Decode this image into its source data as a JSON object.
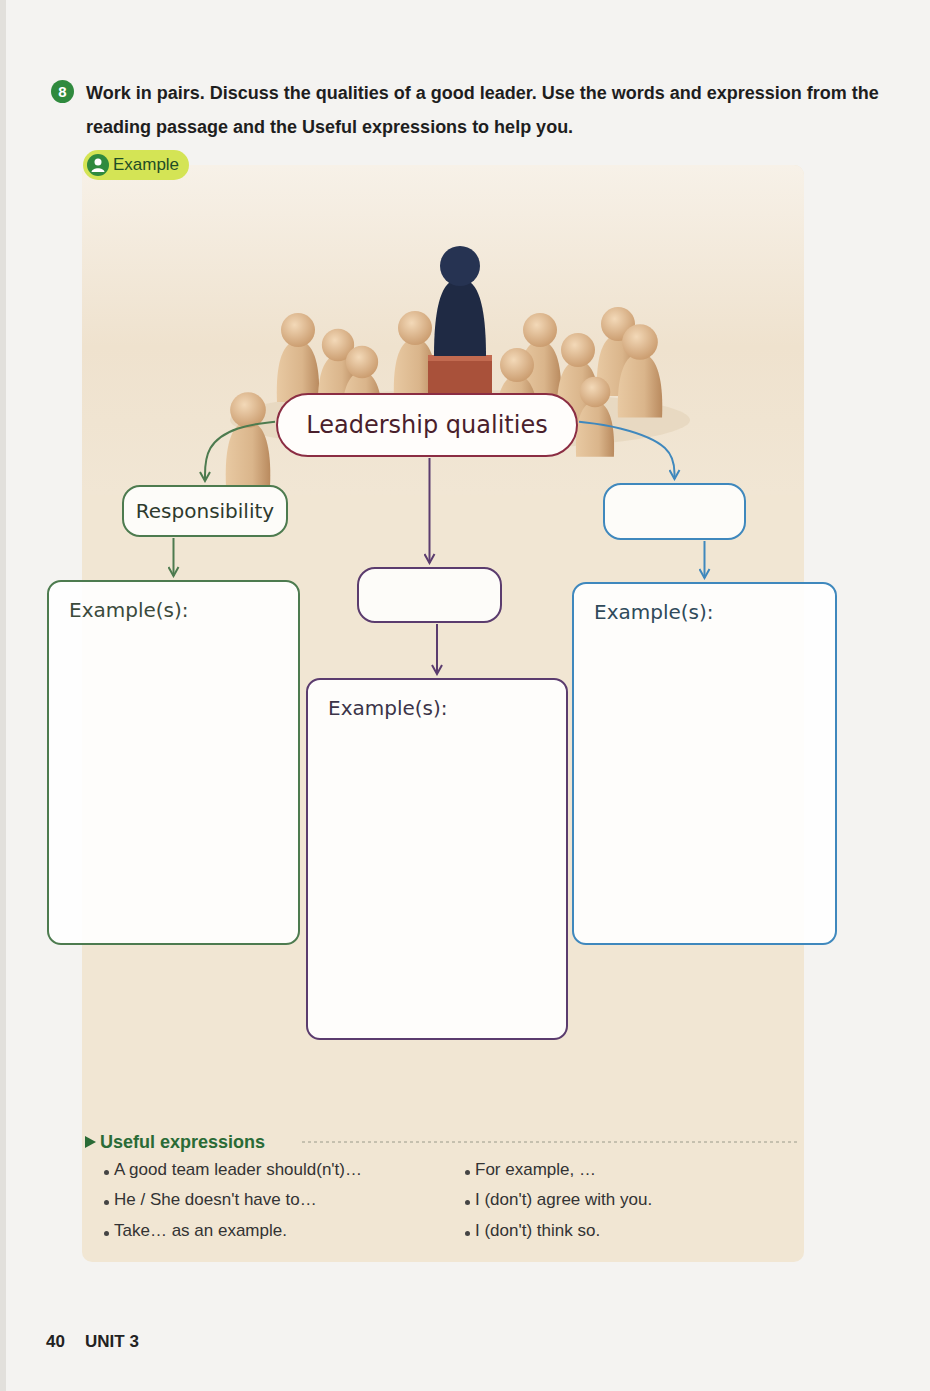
{
  "diagram": {
    "nodes": [
      {
        "text": [
          "8"
        ]
      },
      {
        "text": [
          "Example"
        ]
      },
      {
        "text": [
          "Leadership qualities"
        ]
      },
      {
        "text": [
          "Responsibility"
        ]
      },
      {
        "text": []
      },
      {
        "text": []
      },
      {
        "text": [
          "Example(s):"
        ]
      },
      {
        "text": [
          "Example(s):"
        ]
      },
      {
        "text": [
          "Example(s):"
        ]
      }
    ],
    "edges": [
      {
        "from": 2,
        "to": 3,
        "arrow": "to"
      },
      {
        "from": 2,
        "to": 4,
        "arrow": "to"
      },
      {
        "from": 2,
        "to": 5,
        "arrow": "to"
      },
      {
        "from": 3,
        "to": 6,
        "arrow": "to"
      },
      {
        "from": 4,
        "to": 7,
        "arrow": "to"
      },
      {
        "from": 5,
        "to": 8,
        "arrow": "to"
      }
    ],
    "labels": [
      "Work in pairs. Discuss the qualities of a good leader. Use the words and expression from the reading passage and the Useful expressions to help you.",
      "Useful expressions",
      "A good team leader should(n't)…",
      "He / She doesn't have to…",
      "Take… as an example.",
      "For example, …",
      "I (don't) agree with you.",
      "I (don't) think so.",
      "40",
      "UNIT 3"
    ]
  }
}
